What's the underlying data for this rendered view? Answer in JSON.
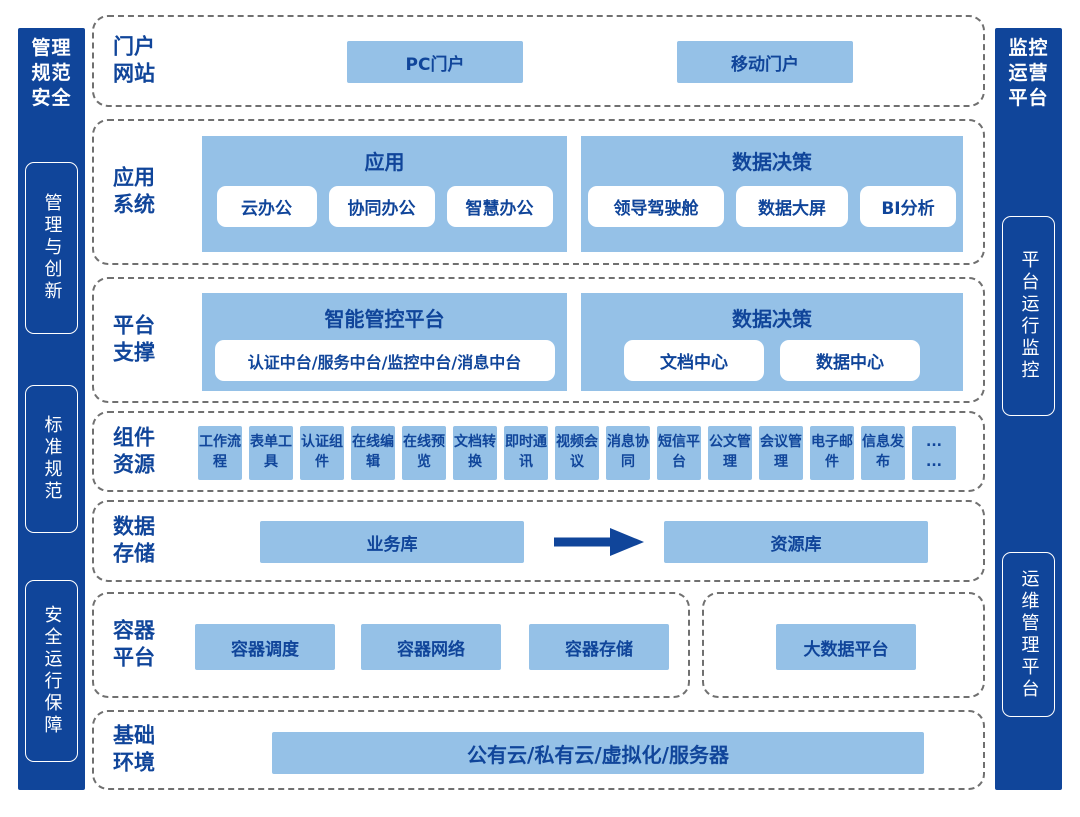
{
  "colors": {
    "navy": "#10459A",
    "light_blue": "#95C1E7",
    "dash_gray": "#707070",
    "white": "#FFFFFF"
  },
  "left_bar": {
    "title": "管理\n规范\n安全",
    "items": [
      "管理与创新",
      "标准规范",
      "安全运行保障"
    ]
  },
  "right_bar": {
    "title": "监控\n运营\n平台",
    "items": [
      "平台运行监控",
      "运维管理平台"
    ]
  },
  "rows": {
    "portal": {
      "label": "门户\n网站",
      "pc": "PC门户",
      "mobile": "移动门户"
    },
    "apps": {
      "label": "应用\n系统",
      "app_panel": {
        "title": "应用",
        "items": [
          "云办公",
          "协同办公",
          "智慧办公"
        ]
      },
      "decision_panel": {
        "title": "数据决策",
        "items": [
          "领导驾驶舱",
          "数据大屏",
          "BI分析"
        ]
      }
    },
    "platform": {
      "label": "平台\n支撑",
      "smart_panel": {
        "title": "智能管控平台",
        "items": [
          "认证中台/服务中台/监控中台/消息中台"
        ]
      },
      "decision_panel": {
        "title": "数据决策",
        "items": [
          "文档中心",
          "数据中心"
        ]
      }
    },
    "components": {
      "label": "组件\n资源",
      "items": [
        "工作流程",
        "表单工具",
        "认证组件",
        "在线编辑",
        "在线预览",
        "文档转换",
        "即时通讯",
        "视频会议",
        "消息协同",
        "短信平台",
        "公文管理",
        "会议管理",
        "电子邮件",
        "信息发布",
        "...\n..."
      ]
    },
    "storage": {
      "label": "数据\n存储",
      "source": "业务库",
      "target": "资源库"
    },
    "container": {
      "label": "容器\n平台",
      "items": [
        "容器调度",
        "容器网络",
        "容器存储"
      ],
      "bigdata": "大数据平台"
    },
    "infra": {
      "label": "基础\n环境",
      "item": "公有云/私有云/虚拟化/服务器"
    }
  }
}
